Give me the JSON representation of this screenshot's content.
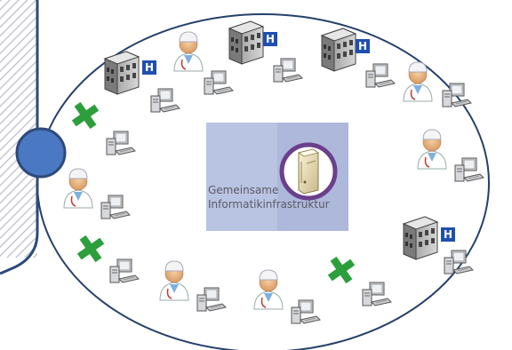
{
  "center": {
    "line1": "Gemeinsame",
    "line2": "Informatikinfrastruktur"
  },
  "hospital_badge": "H",
  "colors": {
    "ring": "#25406b",
    "sidebar": "#2c4a7a",
    "knob": "#4a78c2",
    "center_box": "#b9c3e2",
    "server_ring": "#6b3f8b",
    "cross": "#2c9e3c",
    "badge": "#1f4fb0"
  },
  "icons": [
    "hospital-icon",
    "doctor-icon",
    "pharmacy-cross-icon",
    "workstation-icon",
    "server-icon"
  ]
}
